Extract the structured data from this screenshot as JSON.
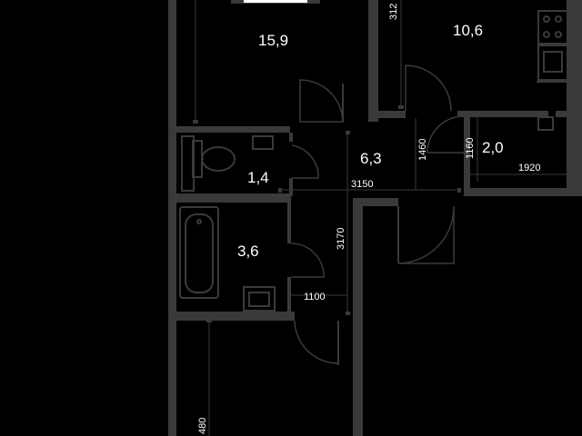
{
  "rooms": {
    "living": "15,9",
    "kitchen": "10,6",
    "hall": "6,3",
    "wc": "1,4",
    "bath": "3,6",
    "storage": "2,0"
  },
  "dimensions": {
    "hall_width": "3150",
    "corridor_length": "3170",
    "bath_width": "1100",
    "hall_depth": "1460",
    "storage_depth": "1160",
    "storage_width": "1920",
    "kitchen_partial": "312",
    "bottom_room_partial": "480"
  }
}
